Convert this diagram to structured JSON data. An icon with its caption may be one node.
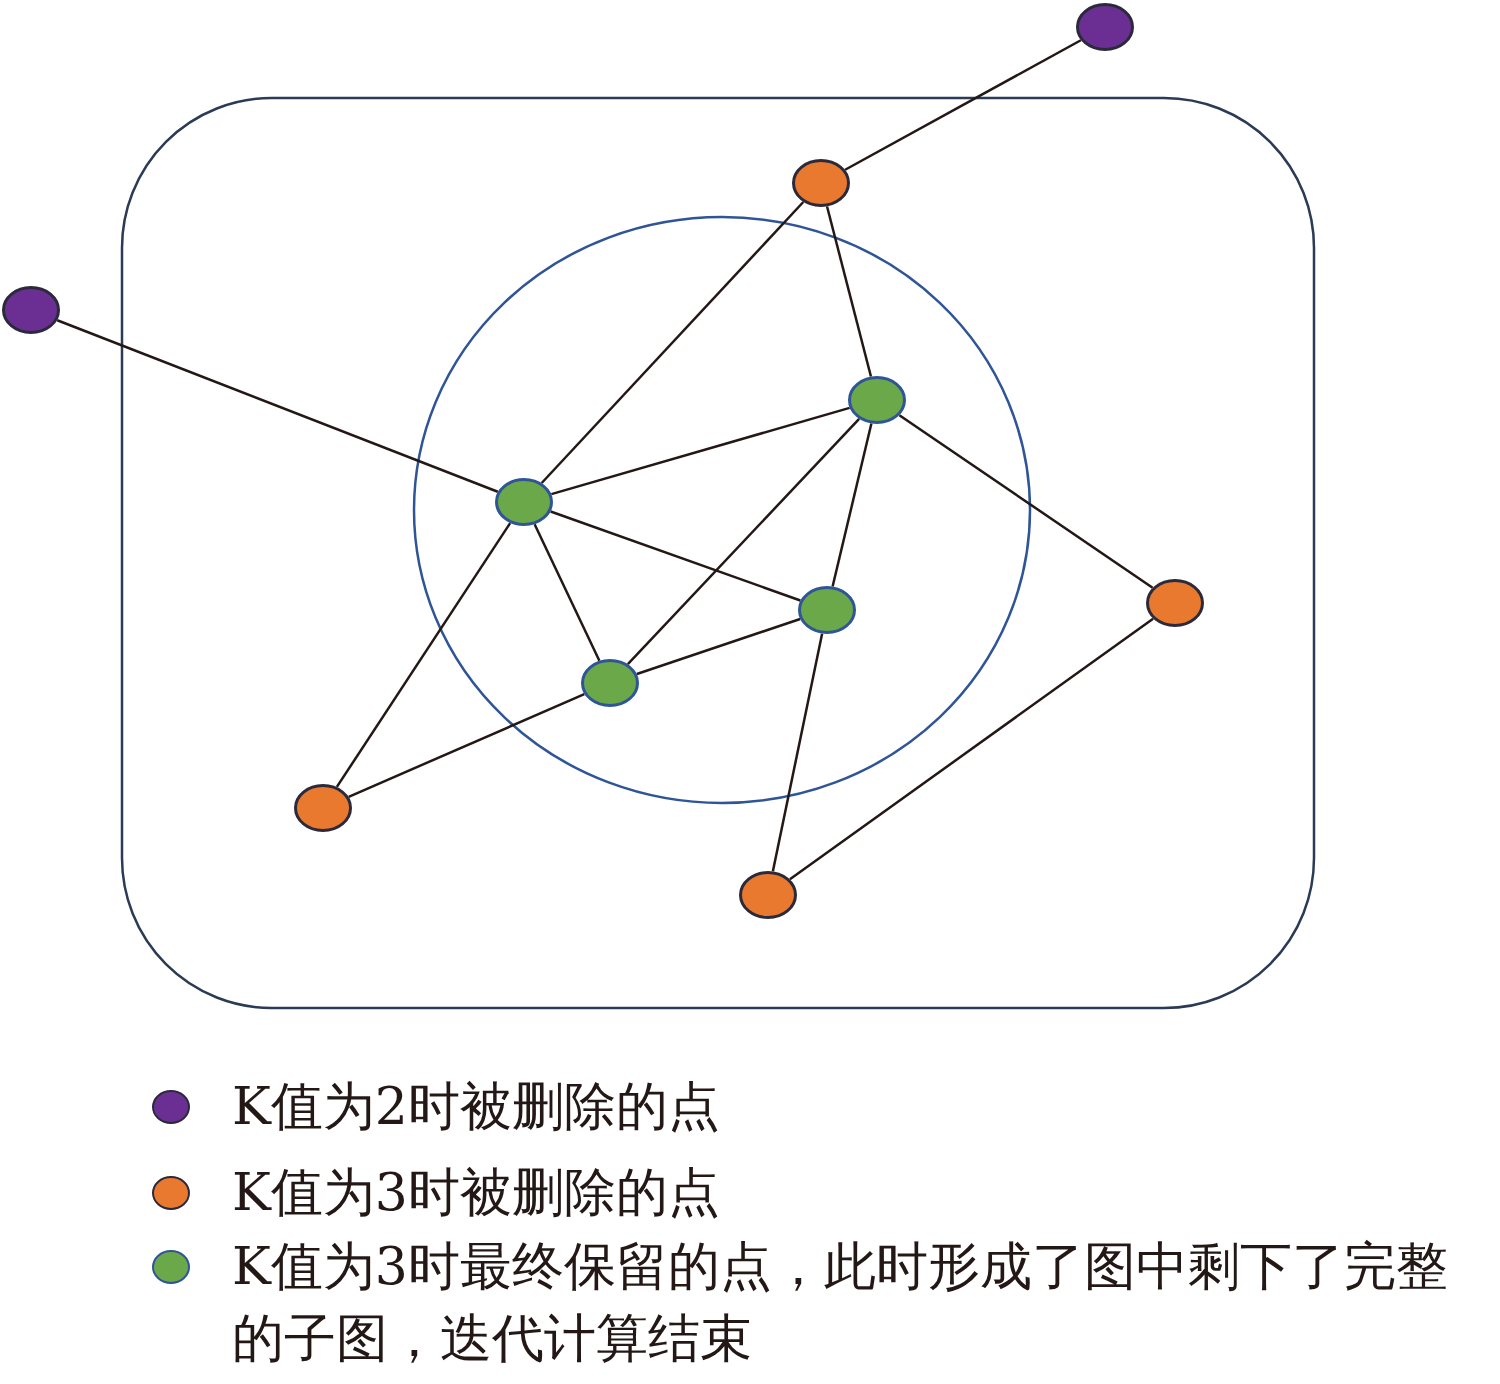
{
  "diagram": {
    "nodes": [
      {
        "text": [],
        "shape": "circle"
      },
      {
        "text": [],
        "shape": "circle"
      },
      {
        "text": [],
        "shape": "circle"
      },
      {
        "text": [],
        "shape": "circle"
      },
      {
        "text": [],
        "shape": "circle"
      },
      {
        "text": [],
        "shape": "circle"
      },
      {
        "text": [],
        "shape": "circle"
      },
      {
        "text": [],
        "shape": "circle"
      },
      {
        "text": [],
        "shape": "circle"
      },
      {
        "text": [],
        "shape": "circle"
      }
    ],
    "edges": [
      {
        "from": 0,
        "to": 1,
        "arrow": "none"
      },
      {
        "from": 1,
        "to": 4,
        "arrow": "none"
      },
      {
        "from": 1,
        "to": 3,
        "arrow": "none"
      },
      {
        "from": 2,
        "to": 4,
        "arrow": "none"
      },
      {
        "from": 4,
        "to": 3,
        "arrow": "none"
      },
      {
        "from": 3,
        "to": 7,
        "arrow": "none"
      },
      {
        "from": 3,
        "to": 6,
        "arrow": "none"
      },
      {
        "from": 3,
        "to": 5,
        "arrow": "none"
      },
      {
        "from": 4,
        "to": 6,
        "arrow": "none"
      },
      {
        "from": 4,
        "to": 7,
        "arrow": "none"
      },
      {
        "from": 4,
        "to": 8,
        "arrow": "none"
      },
      {
        "from": 7,
        "to": 8,
        "arrow": "none"
      },
      {
        "from": 7,
        "to": 6,
        "arrow": "none"
      },
      {
        "from": 6,
        "to": 9,
        "arrow": "none"
      },
      {
        "from": 9,
        "to": 5,
        "arrow": "none"
      }
    ],
    "legend": [
      {
        "text": "K值为2时被删除的点",
        "color": "#6b2f93"
      },
      {
        "text": "K值为3时被删除的点",
        "color": "#e8792f"
      },
      {
        "text": "K值为3时最终保留的点，此时形成了图中剩下了完整的子图，迭代计算结束",
        "color": "#6aa84a"
      }
    ]
  }
}
